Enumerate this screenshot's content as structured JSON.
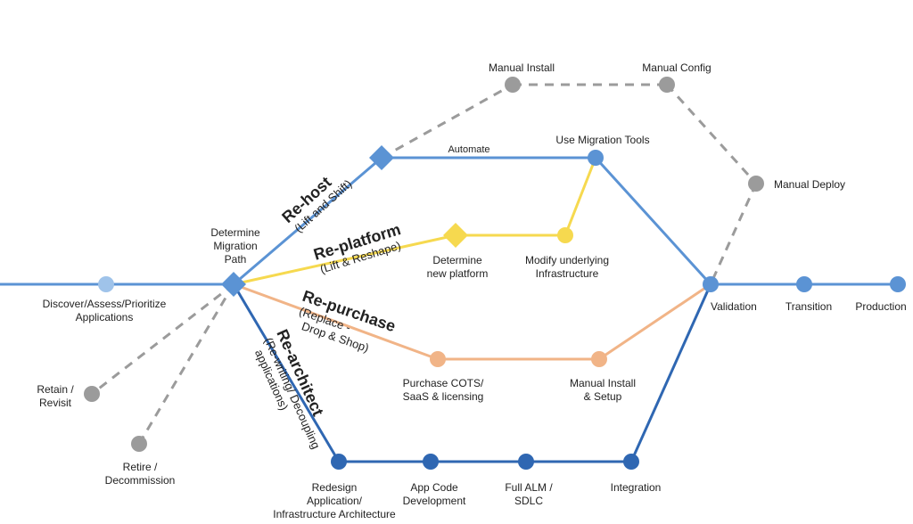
{
  "colors": {
    "blue": "#5b93d4",
    "light_blue": "#9fc3ea",
    "dark_blue": "#2f67b2",
    "yellow": "#f6d94f",
    "orange": "#f1b487",
    "gray": "#9b9b9b",
    "text": "#222222"
  },
  "nodes": {
    "discover": "Discover/Assess/Prioritize\nApplications",
    "determine_path": "Determine\nMigration\nPath",
    "retain": "Retain /\nRevisit",
    "retire": "Retire /\nDecommission",
    "manual_install": "Manual Install",
    "manual_config": "Manual Config",
    "manual_deploy": "Manual Deploy",
    "automate": "Automate",
    "use_migration_tools": "Use Migration Tools",
    "determine_new_platform": "Determine\nnew platform",
    "modify_infrastructure": "Modify underlying\nInfrastructure",
    "purchase_cots": "Purchase COTS/\nSaaS & licensing",
    "manual_install_setup": "Manual Install\n& Setup",
    "redesign": "Redesign\nApplication/\nInfrastructure Architecture",
    "app_code_dev": "App Code\nDevelopment",
    "full_alm": "Full ALM /\nSDLC",
    "integration": "Integration",
    "validation": "Validation",
    "transition": "Transition",
    "production": "Production"
  },
  "routes": {
    "rehost": {
      "title": "Re-host",
      "subtitle": "(Lift and Shift)"
    },
    "replatform": {
      "title": "Re-platform",
      "subtitle": "(Lift & Reshape)"
    },
    "repurchase": {
      "title": "Re-purchase",
      "subtitle": "(Replace -\nDrop & Shop)"
    },
    "rearchitect": {
      "title": "Re-architect",
      "subtitle": "(Re-writing/ Decoupling\napplications)"
    }
  }
}
